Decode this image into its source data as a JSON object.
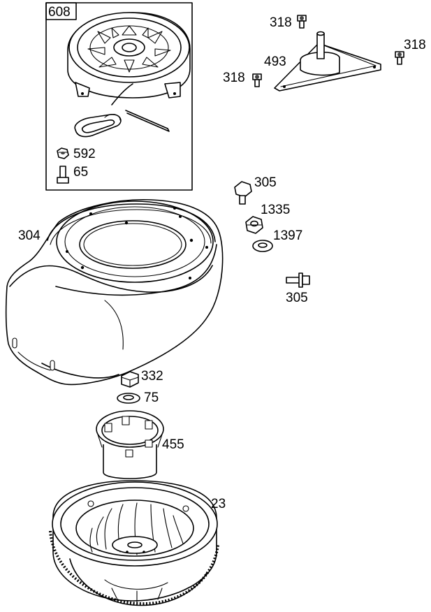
{
  "diagram": {
    "kit_box_label": "608",
    "callouts": {
      "screw_top": "318",
      "screw_right": "318",
      "screw_left": "318",
      "stabilizer": "493",
      "nut_kit": "592",
      "bolt_kit": "65",
      "stud_top": "305",
      "nut_hex": "1335",
      "washer": "1397",
      "stud_bottom": "305",
      "blower_housing": "304",
      "flywheel_nut": "332",
      "flywheel_washer": "75",
      "starter_cup": "455",
      "flywheel": "23"
    }
  }
}
